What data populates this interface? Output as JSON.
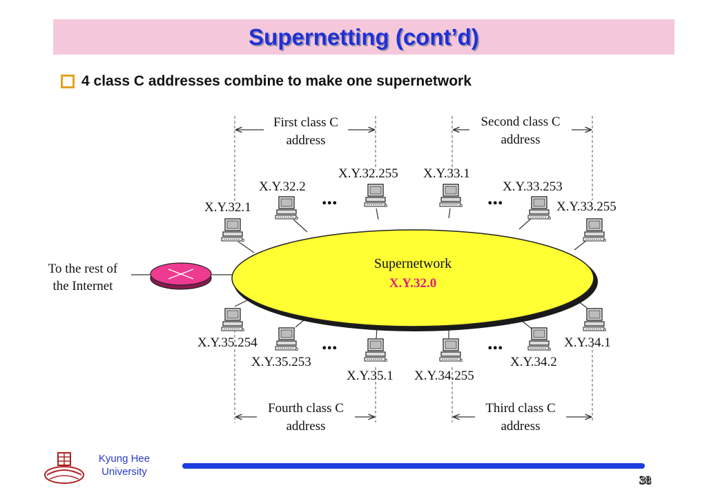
{
  "slide": {
    "title": "Supernetting (cont’d)",
    "bullet": "4 class C addresses combine to make one supernetwork",
    "page_number": "38"
  },
  "footer": {
    "university_line1": "Kyung Hee",
    "university_line2": "University"
  },
  "diagram": {
    "network_label": "Supernetwork",
    "network_address": "X.Y.32.0",
    "rest_of_internet_line1": "To the rest of",
    "rest_of_internet_line2": "the Internet",
    "group_first_line1": "First class C",
    "group_first_line2": "address",
    "group_second_line1": "Second class C",
    "group_second_line2": "address",
    "group_third_line1": "Third class C",
    "group_third_line2": "address",
    "group_fourth_line1": "Fourth class C",
    "group_fourth_line2": "address",
    "host_32_1": "X.Y.32.1",
    "host_32_2": "X.Y.32.2",
    "host_32_255": "X.Y.32.255",
    "host_33_1": "X.Y.33.1",
    "host_33_253": "X.Y.33.253",
    "host_33_255": "X.Y.33.255",
    "host_34_1": "X.Y.34.1",
    "host_34_2": "X.Y.34.2",
    "host_34_255": "X.Y.34.255",
    "host_35_1": "X.Y.35.1",
    "host_35_253": "X.Y.35.253",
    "host_35_254": "X.Y.35.254",
    "ellipsis": "...",
    "colors": {
      "network_fill": "#ffff33",
      "router_fill": "#ee3a90",
      "address_color": "#e0207a"
    }
  }
}
